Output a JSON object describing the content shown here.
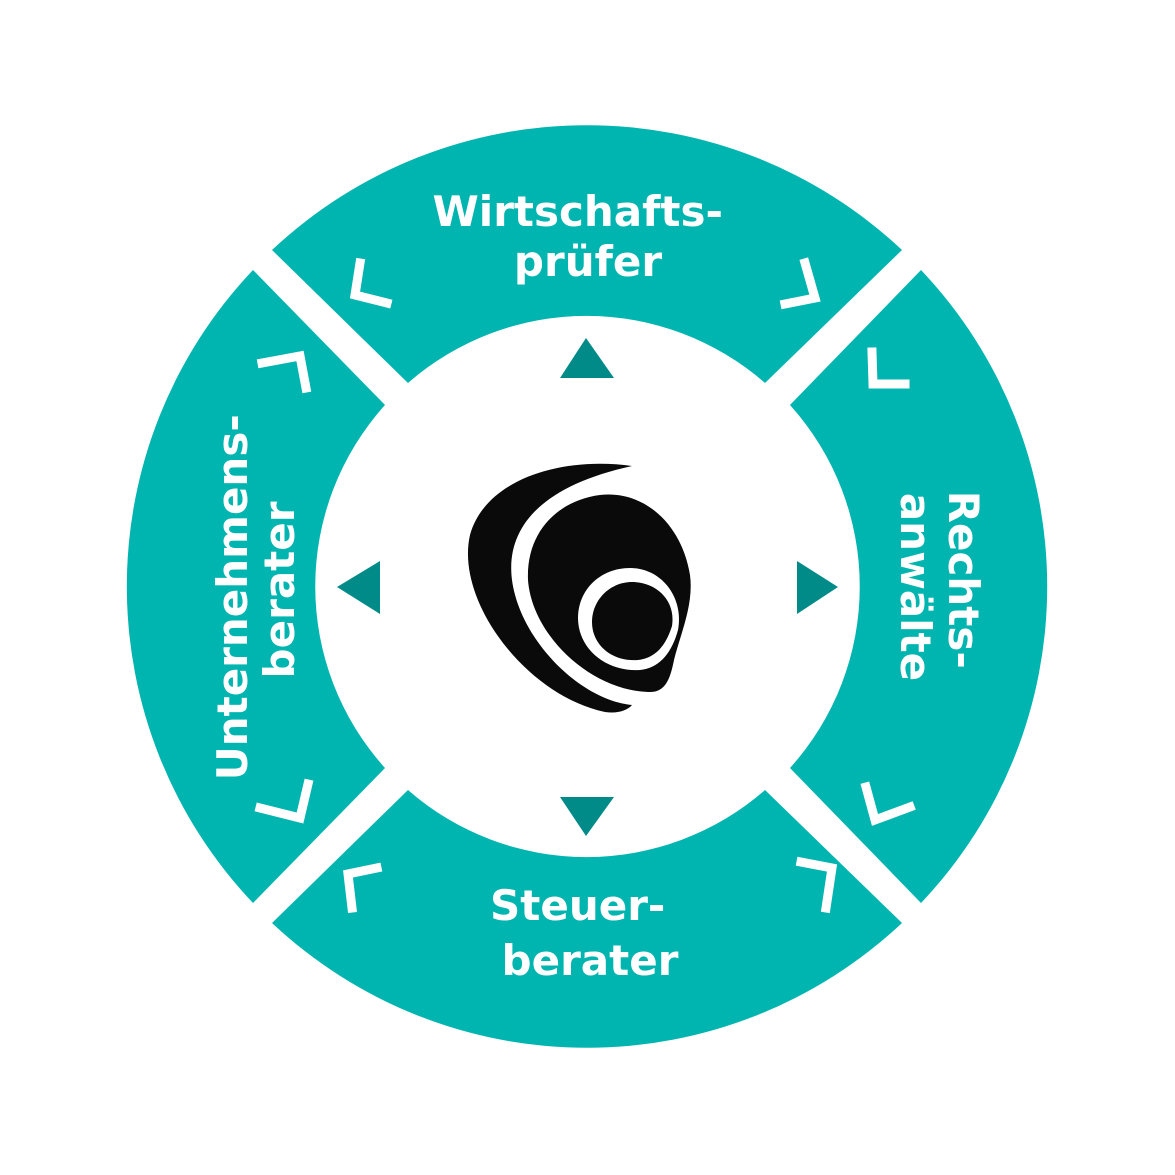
{
  "diagram": {
    "colors": {
      "ring": "#00b5b0",
      "arrow": "#008b89",
      "logo": "#0a0a0a",
      "bracket": "#ffffff"
    },
    "segments": [
      {
        "id": "top",
        "line1": "Wirtschafts-",
        "line2": "prüfer"
      },
      {
        "id": "right",
        "line1": "Rechts-",
        "line2": "anwälte"
      },
      {
        "id": "bottom",
        "line1": "Steuer-",
        "line2": "berater"
      },
      {
        "id": "left",
        "line1": "Unternehmens-",
        "line2": "berater"
      }
    ],
    "arrows": [
      "up",
      "right",
      "down",
      "left"
    ],
    "logo": "swirl-logo-icon"
  }
}
